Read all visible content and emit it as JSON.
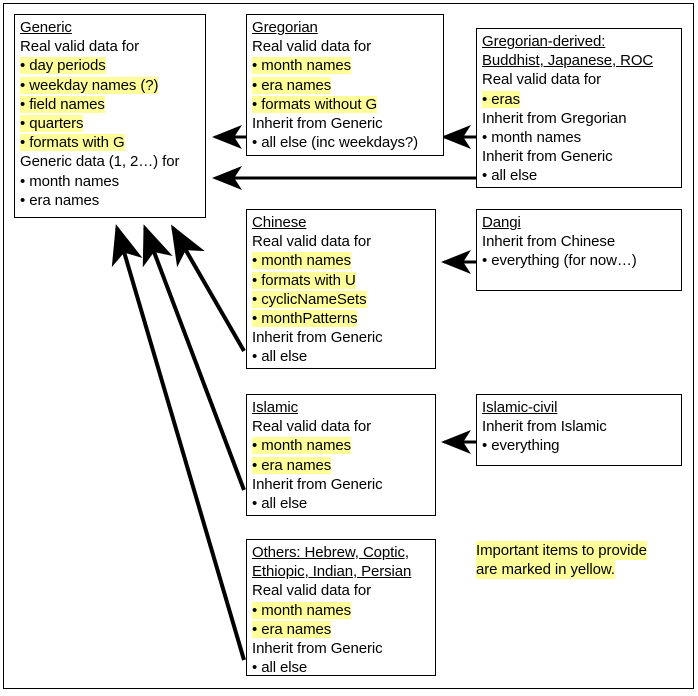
{
  "diagram": {
    "title": "Calendar data inheritance diagram",
    "highlight_color": "#ffff99",
    "border_color": "#000000",
    "background_color": "#ffffff",
    "legend": {
      "line1": "Important items to provide",
      "line2": "are marked in yellow."
    },
    "boxes": [
      {
        "id": "generic",
        "title": "Generic",
        "title2": "",
        "lines": [
          {
            "text": "Real valid data for",
            "highlight": false
          },
          {
            "text": "• day periods",
            "highlight": true
          },
          {
            "text": "• weekday names (?)",
            "highlight": true
          },
          {
            "text": "• field names",
            "highlight": true
          },
          {
            "text": "• quarters",
            "highlight": true
          },
          {
            "text": "• formats with G",
            "highlight": true
          },
          {
            "text": "Generic data (1, 2…) for",
            "highlight": false
          },
          {
            "text": "• month names",
            "highlight": false
          },
          {
            "text": "• era names",
            "highlight": false
          }
        ]
      },
      {
        "id": "gregorian",
        "title": "Gregorian",
        "title2": "",
        "lines": [
          {
            "text": "Real valid data for",
            "highlight": false
          },
          {
            "text": "• month names",
            "highlight": true
          },
          {
            "text": "• era names",
            "highlight": true
          },
          {
            "text": "• formats without G",
            "highlight": true
          },
          {
            "text": "Inherit from Generic",
            "highlight": false
          },
          {
            "text": "• all else (inc weekdays?)",
            "highlight": false
          }
        ]
      },
      {
        "id": "gregorian-derived",
        "title": "Gregorian-derived:",
        "title2": "Buddhist, Japanese, ROC",
        "lines": [
          {
            "text": "Real valid data for",
            "highlight": false
          },
          {
            "text": "• eras",
            "highlight": true
          },
          {
            "text": "Inherit from Gregorian",
            "highlight": false
          },
          {
            "text": "• month names",
            "highlight": false
          },
          {
            "text": "Inherit from Generic",
            "highlight": false
          },
          {
            "text": "• all else",
            "highlight": false
          }
        ]
      },
      {
        "id": "chinese",
        "title": "Chinese",
        "title2": "",
        "lines": [
          {
            "text": "Real valid data for",
            "highlight": false
          },
          {
            "text": "• month names",
            "highlight": true
          },
          {
            "text": "• formats with U",
            "highlight": true
          },
          {
            "text": "• cyclicNameSets",
            "highlight": true
          },
          {
            "text": "• monthPatterns",
            "highlight": true
          },
          {
            "text": "Inherit from Generic",
            "highlight": false
          },
          {
            "text": "• all else",
            "highlight": false
          }
        ]
      },
      {
        "id": "dangi",
        "title": "Dangi",
        "title2": "",
        "lines": [
          {
            "text": "Inherit from Chinese",
            "highlight": false
          },
          {
            "text": "• everything (for now…)",
            "highlight": false
          }
        ]
      },
      {
        "id": "islamic",
        "title": "Islamic",
        "title2": "",
        "lines": [
          {
            "text": "Real valid data for",
            "highlight": false
          },
          {
            "text": "• month names",
            "highlight": true
          },
          {
            "text": "• era names",
            "highlight": true
          },
          {
            "text": "Inherit from Generic",
            "highlight": false
          },
          {
            "text": "• all else",
            "highlight": false
          }
        ]
      },
      {
        "id": "islamic-civil",
        "title": "Islamic-civil",
        "title2": "",
        "lines": [
          {
            "text": "Inherit from Islamic",
            "highlight": false
          },
          {
            "text": "• everything",
            "highlight": false
          }
        ]
      },
      {
        "id": "others",
        "title": "Others: Hebrew, Coptic,",
        "title2": "Ethiopic, Indian, Persian",
        "lines": [
          {
            "text": "Real valid data for",
            "highlight": false
          },
          {
            "text": "• month names",
            "highlight": true
          },
          {
            "text": "• era names",
            "highlight": true
          },
          {
            "text": "Inherit from Generic",
            "highlight": false
          },
          {
            "text": "• all else",
            "highlight": false
          }
        ]
      }
    ],
    "arrows": [
      {
        "from": "gregorian",
        "to": "generic",
        "label": "gregorian-to-generic"
      },
      {
        "from": "gregorian-derived",
        "to": "gregorian",
        "label": "gregorian-derived-to-gregorian"
      },
      {
        "from": "gregorian-derived",
        "to": "generic",
        "label": "gregorian-derived-to-generic"
      },
      {
        "from": "dangi",
        "to": "chinese",
        "label": "dangi-to-chinese"
      },
      {
        "from": "islamic-civil",
        "to": "islamic",
        "label": "islamic-civil-to-islamic"
      },
      {
        "from": "chinese",
        "to": "generic",
        "label": "chinese-to-generic"
      },
      {
        "from": "islamic",
        "to": "generic",
        "label": "islamic-to-generic"
      },
      {
        "from": "others",
        "to": "generic",
        "label": "others-to-generic"
      }
    ]
  }
}
